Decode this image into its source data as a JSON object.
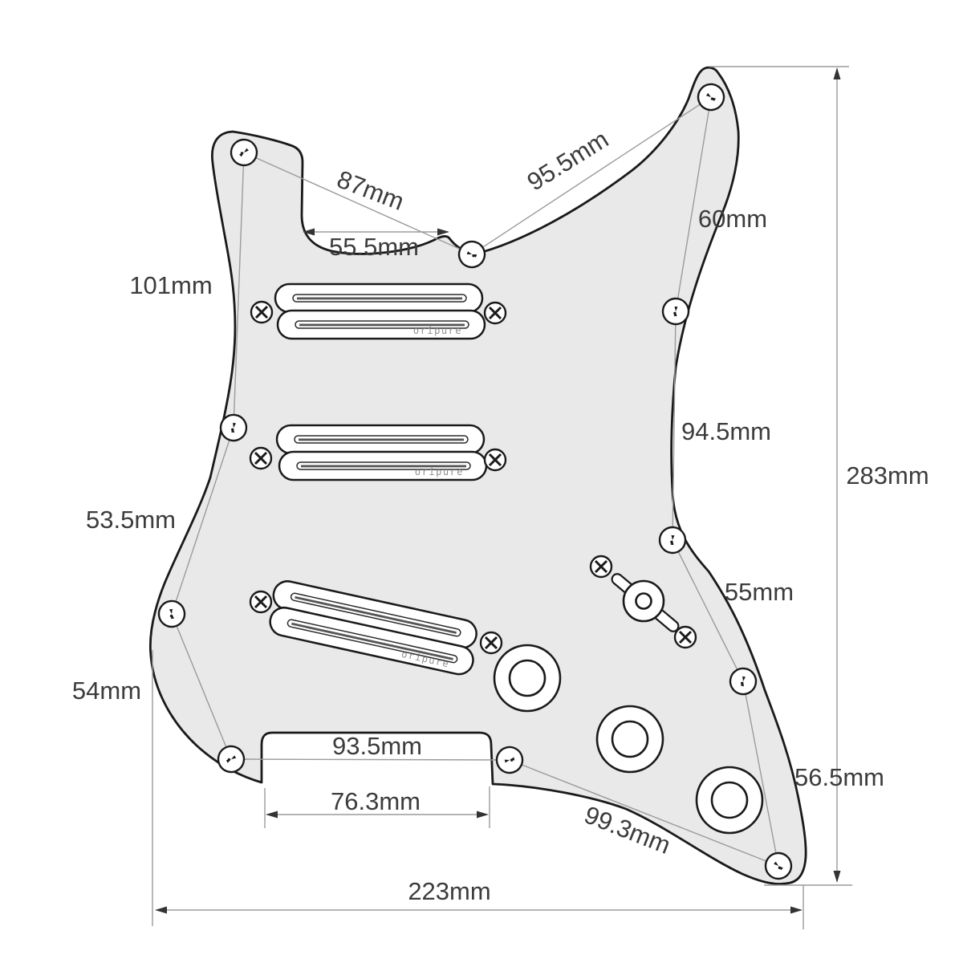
{
  "diagram": {
    "title": "pickguard-dimension-diagram",
    "brand_logo": "oripure",
    "unit": "mm",
    "colors": {
      "pickguard_fill": "#e9e9e9",
      "outline": "#1a1a1a",
      "dimension_line": "#9b9b9b",
      "arrow": "#333333",
      "label_text": "#3c3c3c",
      "logo_text": "#8f8f8f"
    },
    "dimensions": {
      "d87": "87mm",
      "d95_5": "95.5mm",
      "d55_5": "55.5mm",
      "d60": "60mm",
      "d101": "101mm",
      "d94_5": "94.5mm",
      "d283": "283mm",
      "d53_5": "53.5mm",
      "d55": "55mm",
      "d54": "54mm",
      "d93_5": "93.5mm",
      "d76_3": "76.3mm",
      "d99_3": "99.3mm",
      "d56_5": "56.5mm",
      "d223": "223mm"
    }
  }
}
